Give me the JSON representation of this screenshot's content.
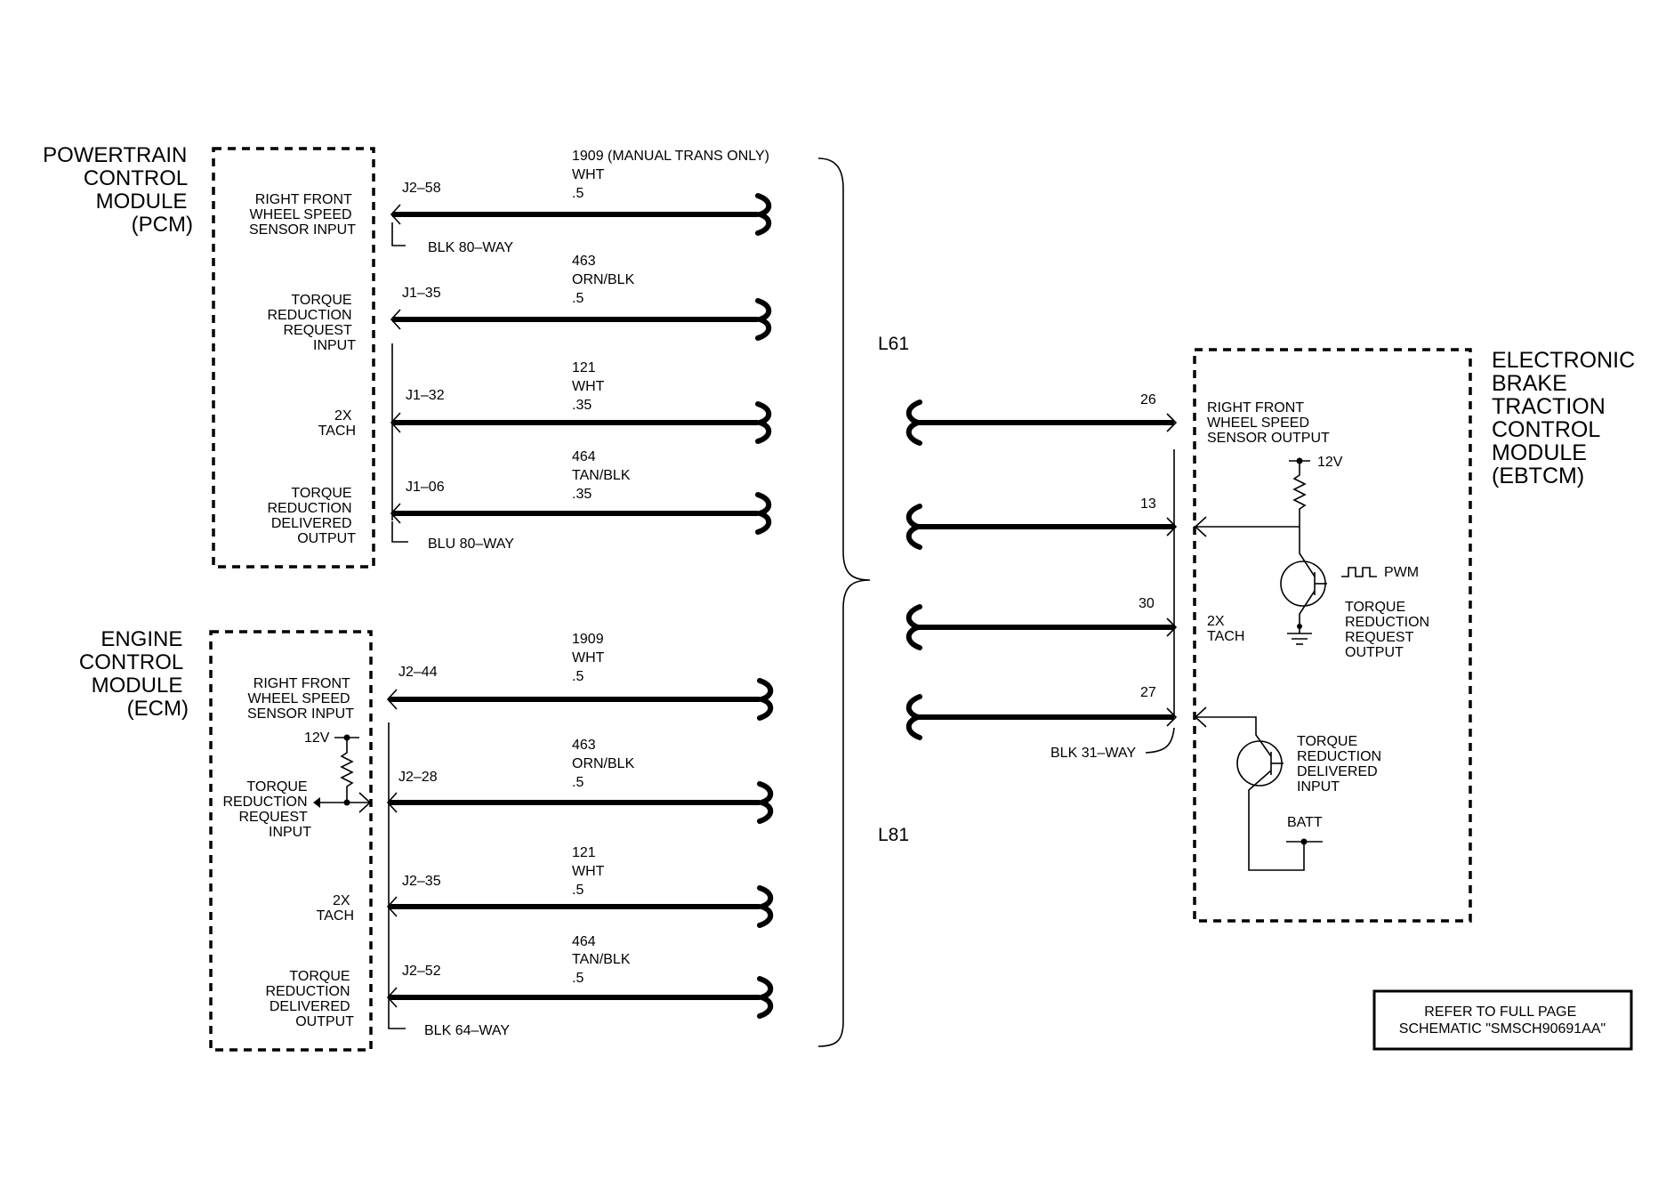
{
  "pcm": {
    "title_lines": [
      "POWERTRAIN",
      "CONTROL",
      "MODULE",
      "(PCM)"
    ],
    "pins": [
      {
        "label_lines": [
          "RIGHT FRONT",
          "WHEEL SPEED",
          "SENSOR INPUT"
        ],
        "pin": "J2–58",
        "circuit": "1909 (MANUAL TRANS ONLY)",
        "color": "WHT",
        "gauge": ".5"
      },
      {
        "label_lines": [
          "TORQUE",
          "REDUCTION",
          "REQUEST",
          "INPUT"
        ],
        "pin": "J1–35",
        "circuit": "463",
        "color": "ORN/BLK",
        "gauge": ".5"
      },
      {
        "label_lines": [
          "2X",
          "TACH"
        ],
        "pin": "J1–32",
        "circuit": "121",
        "color": "WHT",
        "gauge": ".35"
      },
      {
        "label_lines": [
          "TORQUE",
          "REDUCTION",
          "DELIVERED",
          "OUTPUT"
        ],
        "pin": "J1–06",
        "circuit": "464",
        "color": "TAN/BLK",
        "gauge": ".35"
      }
    ],
    "connector_top": "BLK 80–WAY",
    "connector_bottom": "BLU 80–WAY"
  },
  "ecm": {
    "title_lines": [
      "ENGINE",
      "CONTROL",
      "MODULE",
      "(ECM)"
    ],
    "pins": [
      {
        "label_lines": [
          "RIGHT FRONT",
          "WHEEL SPEED",
          "SENSOR INPUT"
        ],
        "pin": "J2–44",
        "circuit": "1909",
        "color": "WHT",
        "gauge": ".5"
      },
      {
        "label_lines": [
          "TORQUE",
          "REDUCTION",
          "REQUEST",
          "INPUT"
        ],
        "pin": "J2–28",
        "circuit": "463",
        "color": "ORN/BLK",
        "gauge": ".5"
      },
      {
        "label_lines": [
          "2X",
          "TACH"
        ],
        "pin": "J2–35",
        "circuit": "121",
        "color": "WHT",
        "gauge": ".5"
      },
      {
        "label_lines": [
          "TORQUE",
          "REDUCTION",
          "DELIVERED",
          "OUTPUT"
        ],
        "pin": "J2–52",
        "circuit": "464",
        "color": "TAN/BLK",
        "gauge": ".5"
      }
    ],
    "pullup": "12V",
    "connector": "BLK 64–WAY"
  },
  "options": {
    "upper": "L61",
    "lower": "L81"
  },
  "ebtcm": {
    "title_lines": [
      "ELECTRONIC",
      "BRAKE",
      "TRACTION",
      "CONTROL",
      "MODULE",
      "(EBTCM)"
    ],
    "pins": [
      "26",
      "13",
      "30",
      "27"
    ],
    "connector": "BLK 31–WAY",
    "wss_lines": [
      "RIGHT FRONT",
      "WHEEL SPEED",
      "SENSOR OUTPUT"
    ],
    "pullup": "12V",
    "pwm": "PWM",
    "tach_lines": [
      "2X",
      "TACH"
    ],
    "trr_lines": [
      "TORQUE",
      "REDUCTION",
      "REQUEST",
      "OUTPUT"
    ],
    "trd_lines": [
      "TORQUE",
      "REDUCTION",
      "DELIVERED",
      "INPUT"
    ],
    "batt": "BATT"
  },
  "reference_lines": [
    "REFER TO FULL PAGE",
    "SCHEMATIC \"SMSCH90691AA\""
  ]
}
